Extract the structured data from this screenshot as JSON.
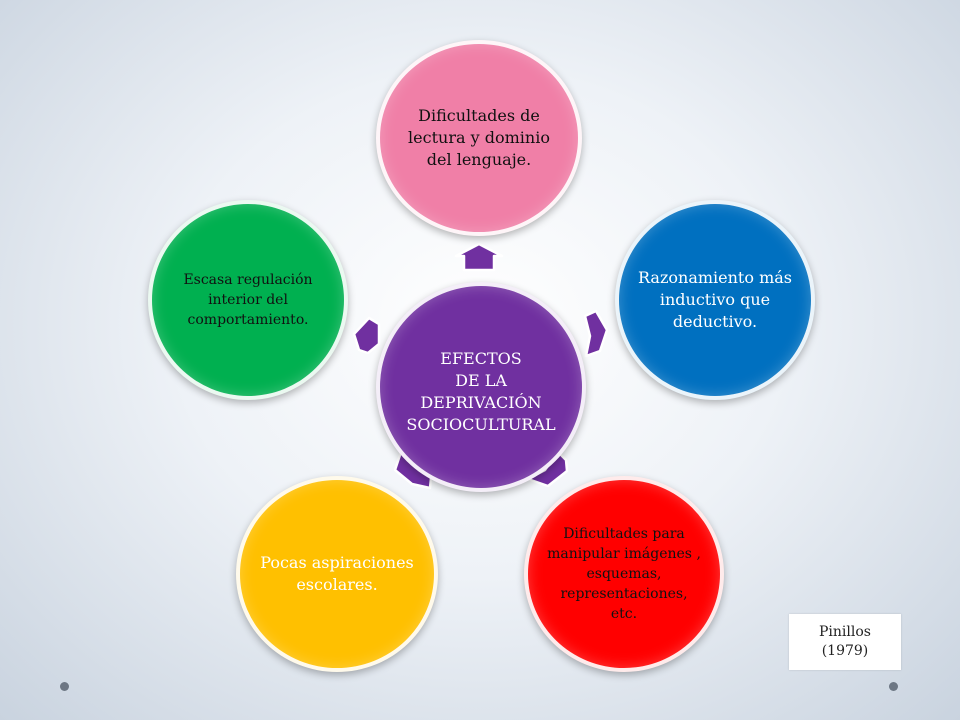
{
  "diagram": {
    "center": {
      "text": "EFECTOS\nDE LA\nDEPRIVACIÓN SOCIOCULTURAL",
      "color": "#7030a0"
    },
    "nodes": [
      {
        "id": "top",
        "text": "Dificultades de lectura y dominio del lenguaje.",
        "color": "#f07fa7"
      },
      {
        "id": "right",
        "text": "Razonamiento más inductivo que deductivo.",
        "color": "#0070c0"
      },
      {
        "id": "bottom-right",
        "text": "Dificultades para manipular imágenes , esquemas, representaciones, etc.",
        "color": "#ff0000"
      },
      {
        "id": "bottom-left",
        "text": "Pocas aspiraciones escolares.",
        "color": "#ffc000"
      },
      {
        "id": "left",
        "text": "Escasa regulación interior del comportamiento.",
        "color": "#00b050"
      }
    ],
    "arrow_color": "#7030a0"
  },
  "citation": {
    "text": "Pinillos\n(1979)"
  }
}
